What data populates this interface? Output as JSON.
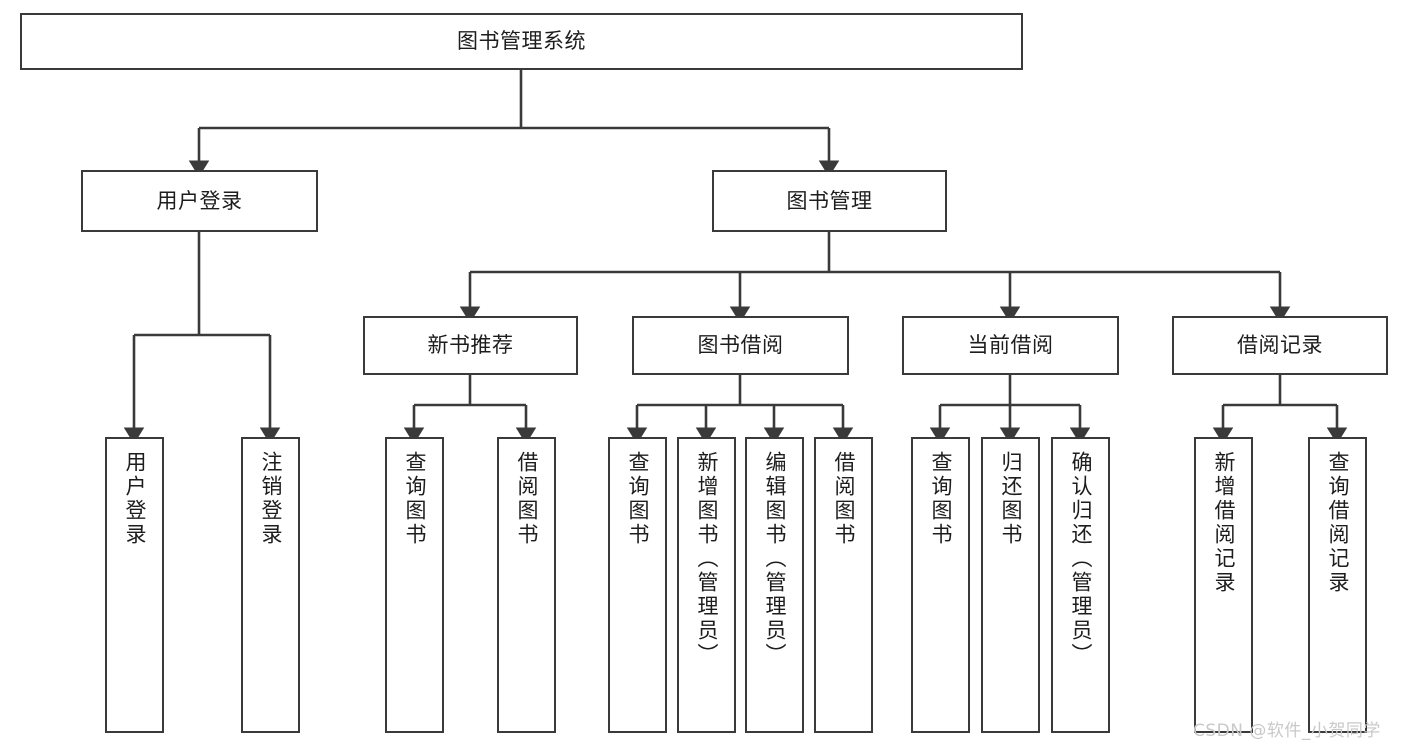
{
  "diagram": {
    "kind": "tree-hierarchy-chart",
    "title": "图书管理系统",
    "stroke_color": "#3a3a3a",
    "background_color": "#ffffff",
    "text_color": "#1d1d1d",
    "root": {
      "label": "图书管理系统"
    },
    "level2": [
      {
        "label": "用户登录"
      },
      {
        "label": "图书管理"
      }
    ],
    "level3": [
      {
        "label": "新书推荐"
      },
      {
        "label": "图书借阅"
      },
      {
        "label": "当前借阅"
      },
      {
        "label": "借阅记录"
      }
    ],
    "leaves": {
      "user_login": [
        {
          "label": "用户登录"
        },
        {
          "label": "注销登录"
        }
      ],
      "new_book_recommend": [
        {
          "label": "查询图书"
        },
        {
          "label": "借阅图书"
        }
      ],
      "book_borrow": [
        {
          "label": "查询图书"
        },
        {
          "label": "新增图书（管理员）"
        },
        {
          "label": "编辑图书（管理员）"
        },
        {
          "label": "借阅图书"
        }
      ],
      "current_borrow": [
        {
          "label": "查询图书"
        },
        {
          "label": "归还图书"
        },
        {
          "label": "确认归还（管理员）"
        }
      ],
      "borrow_record": [
        {
          "label": "新增借阅记录"
        },
        {
          "label": "查询借阅记录"
        }
      ]
    },
    "watermark": "CSDN @软件_小贺同学"
  }
}
